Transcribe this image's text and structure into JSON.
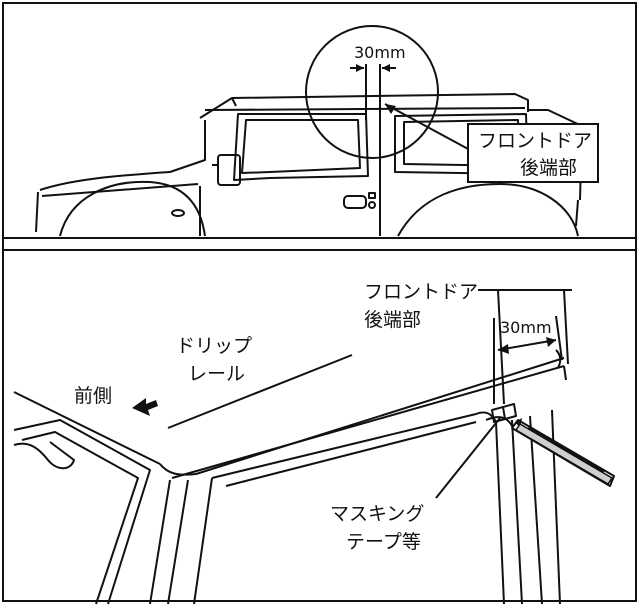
{
  "top_view": {
    "dimension_label": "30mm",
    "callout_line1": "フロントドア",
    "callout_line2": "後端部"
  },
  "bottom_view": {
    "door_label_line1": "フロントドア",
    "door_label_line2": "後端部",
    "dimension_label": "30mm",
    "drip_rail_line1": "ドリップ",
    "drip_rail_line2": "レール",
    "front_side_label": "前側",
    "tape_label_line1": "マスキング",
    "tape_label_line2": "テープ等"
  },
  "colors": {
    "line": "#111111",
    "background": "#ffffff",
    "pen_fill": "#cfcfcf"
  }
}
